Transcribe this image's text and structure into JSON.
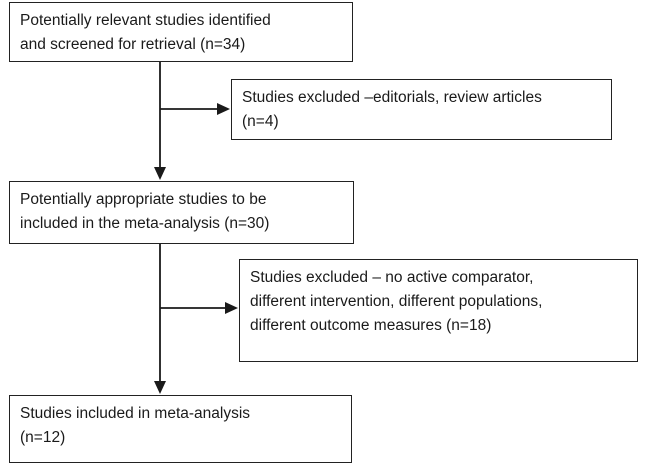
{
  "flowchart": {
    "box_identified": {
      "lines": [
        "Potentially relevant studies identified",
        "and screened for retrieval (n=34)"
      ]
    },
    "box_excluded_editorials": {
      "lines": [
        "Studies excluded –editorials, review articles",
        "(n=4)"
      ]
    },
    "box_appropriate": {
      "lines": [
        "Potentially appropriate studies to be",
        "included in the meta-analysis (n=30)"
      ]
    },
    "box_excluded_criteria": {
      "lines": [
        "Studies excluded – no active comparator,",
        "different intervention, different populations,",
        "different outcome measures (n=18)"
      ]
    },
    "box_included": {
      "lines": [
        "Studies included in meta-analysis",
        "(n=12)"
      ]
    }
  }
}
